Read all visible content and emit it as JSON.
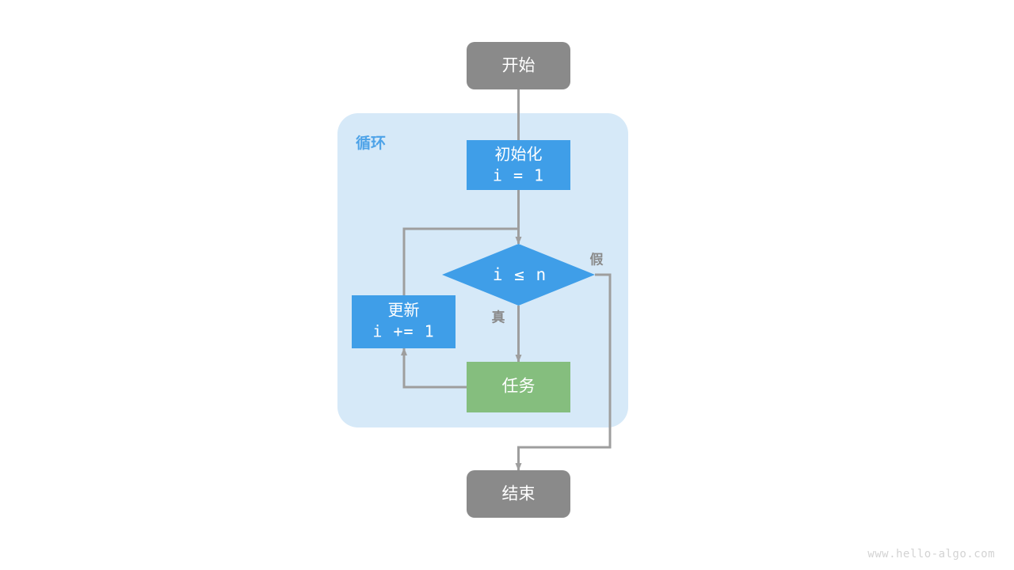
{
  "page": {
    "background_color": "#ffffff",
    "watermark": "www.hello-algo.com"
  },
  "palette": {
    "terminal_fill": "#8a8a8a",
    "process_fill": "#3f9ee8",
    "decision_fill": "#3f9ee8",
    "task_fill": "#85be7e",
    "group_fill": "#d6e9f8",
    "group_title_color": "#4ea3e8",
    "edge_color": "#9e9e9e",
    "edge_label_color": "#8a8a8a",
    "node_text_color": "#ffffff",
    "watermark_color": "#d3d3d3"
  },
  "flowchart": {
    "type": "diagram",
    "title": "",
    "group": {
      "label": "循环",
      "shape": "rounded-rect",
      "fill": "#d6e9f8"
    },
    "nodes": [
      {
        "id": "start",
        "shape": "rounded-rect",
        "kind": "terminal",
        "label": "开始",
        "fill": "#8a8a8a"
      },
      {
        "id": "init",
        "shape": "rect",
        "kind": "process",
        "label_line1": "初始化",
        "label_line2": "i = 1",
        "fill": "#3f9ee8"
      },
      {
        "id": "condition",
        "shape": "diamond",
        "kind": "decision",
        "label": "i ≤ n",
        "fill": "#3f9ee8"
      },
      {
        "id": "task",
        "shape": "rect",
        "kind": "task",
        "label": "任务",
        "fill": "#85be7e"
      },
      {
        "id": "update",
        "shape": "rect",
        "kind": "process",
        "label_line1": "更新",
        "label_line2": "i += 1",
        "fill": "#3f9ee8"
      },
      {
        "id": "end",
        "shape": "rounded-rect",
        "kind": "terminal",
        "label": "结束",
        "fill": "#8a8a8a"
      }
    ],
    "edges": [
      {
        "from": "start",
        "to": "condition",
        "label": ""
      },
      {
        "from": "init",
        "to": "condition",
        "label": ""
      },
      {
        "from": "condition",
        "to": "task",
        "label": "真"
      },
      {
        "from": "condition",
        "to": "end",
        "label": "假"
      },
      {
        "from": "task",
        "to": "update",
        "label": ""
      },
      {
        "from": "update",
        "to": "condition",
        "label": ""
      }
    ],
    "edge_labels": {
      "true": "真",
      "false": "假"
    }
  }
}
